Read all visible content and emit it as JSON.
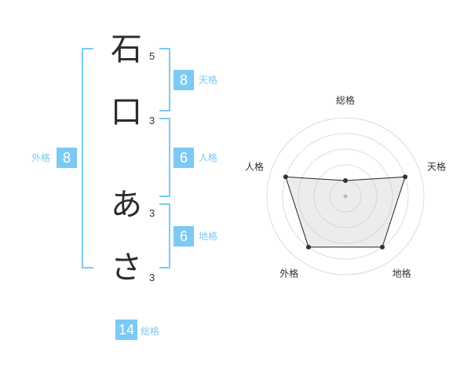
{
  "name": {
    "chars": [
      {
        "char": "石",
        "strokes": "5"
      },
      {
        "char": "口",
        "strokes": "3"
      },
      {
        "char": "あ",
        "strokes": "3"
      },
      {
        "char": "さ",
        "strokes": "3"
      }
    ]
  },
  "kaku": {
    "tenkaku": {
      "value": "8",
      "label": "天格"
    },
    "jinkaku": {
      "value": "6",
      "label": "人格"
    },
    "chikaku": {
      "value": "6",
      "label": "地格"
    },
    "gaikaku": {
      "value": "8",
      "label": "外格"
    },
    "soukaku": {
      "value": "14",
      "label": "総格"
    }
  },
  "colors": {
    "accent": "#7ccaf3",
    "text": "#333333"
  },
  "chart_data": {
    "type": "radar",
    "axes": [
      "総格",
      "天格",
      "地格",
      "外格",
      "人格"
    ],
    "values": [
      1,
      4,
      4,
      4,
      4
    ],
    "max": 5,
    "grid": true
  }
}
